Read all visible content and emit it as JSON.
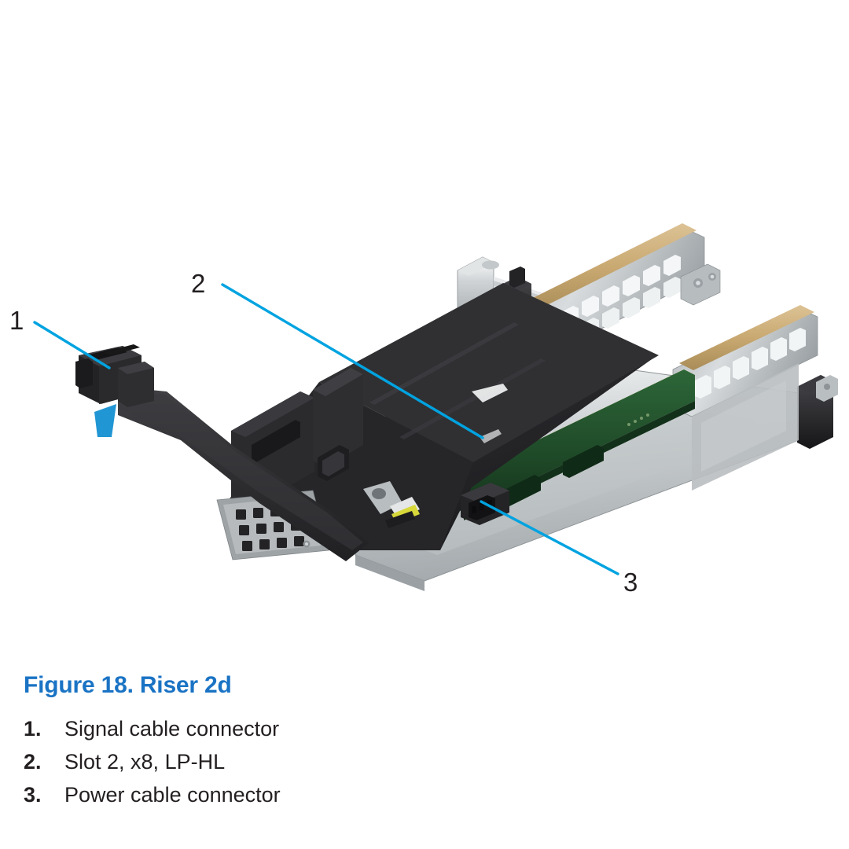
{
  "figure": {
    "caption": "Figure 18. Riser 2d",
    "caption_color": "#1a73c4",
    "callout_line_color": "#00a3e0",
    "callout_number_color": "#231f20",
    "background_color": "#ffffff"
  },
  "callouts": [
    {
      "number": "1",
      "target": "Signal cable connector"
    },
    {
      "number": "2",
      "target": "Slot 2, x8, LP-HL"
    },
    {
      "number": "3",
      "target": "Power cable connector"
    }
  ],
  "legend": [
    {
      "index": "1.",
      "label": "Signal cable connector"
    },
    {
      "index": "2.",
      "label": "Slot 2, x8, LP-HL"
    },
    {
      "index": "3.",
      "label": "Power cable connector"
    }
  ],
  "illustration": {
    "subject": "PCIe riser assembly, isometric technical render",
    "parts": [
      {
        "name": "signal-cable-connector",
        "color": "#2a2a2c"
      },
      {
        "name": "signal-cable-pull-tab",
        "color": "#1f9cd8"
      },
      {
        "name": "flat-ribbon-cable",
        "color": "#2e2e30"
      },
      {
        "name": "black-filler-bracket",
        "color": "#2b2b2d"
      },
      {
        "name": "riser-metal-body",
        "color": "#b4b8ba"
      },
      {
        "name": "vent-grid",
        "color": "#f2f4f5"
      },
      {
        "name": "pcb-green",
        "color": "#1f4a28"
      },
      {
        "name": "pcb-edge-yellow",
        "color": "#d6dc3c"
      },
      {
        "name": "pcb-edge-tan",
        "color": "#c9a971"
      },
      {
        "name": "power-cable-connector",
        "color": "#242426"
      },
      {
        "name": "power-cable-yellow-wire",
        "color": "#d8d83a"
      }
    ]
  }
}
